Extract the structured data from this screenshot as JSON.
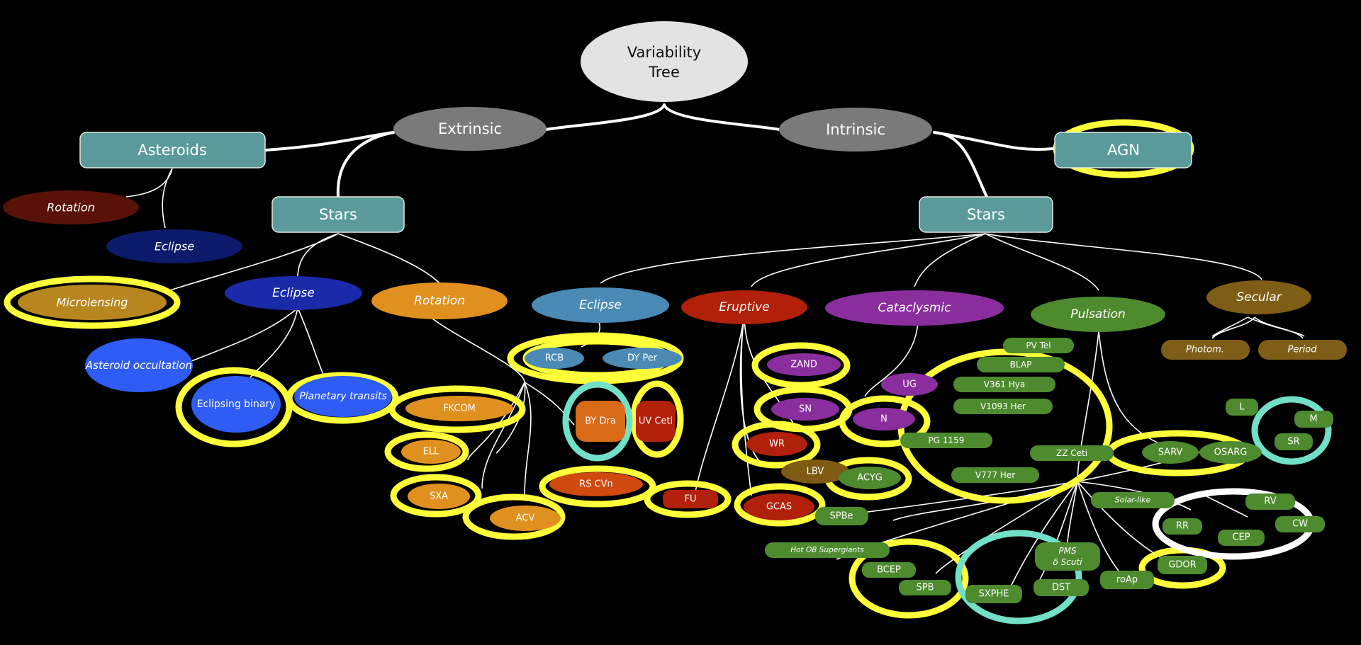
{
  "colors": {
    "background": "#000000",
    "root": "#e3e3e3",
    "branch_grey": "#7a7a7a",
    "teal": "#5a9a9a",
    "rotation_dark": "#5a1208",
    "eclipse_navy": "#0b1a6a",
    "eclipse_blue": "#1a2aa8",
    "bright_blue": "#2f5cf5",
    "orange": "#e0901e",
    "steel_blue": "#4a8ab5",
    "red": "#b0200a",
    "purple": "#8a2e9e",
    "green": "#4e8a2e",
    "olive": "#7e5e16",
    "highlight_yellow": "#ffff3a",
    "highlight_cyan": "#72e0c8",
    "highlight_white": "#ffffff"
  },
  "root": {
    "line1": "Variability",
    "line2": "Tree"
  },
  "extrinsic": {
    "label": "Extrinsic",
    "asteroids": {
      "label": "Asteroids",
      "rotation": "Rotation",
      "eclipse": "Eclipse"
    },
    "stars": {
      "label": "Stars",
      "microlensing": "Microlensing",
      "eclipse": "Eclipse",
      "rotation": "Rotation",
      "asteroid_occultation": "Asteroid occultation",
      "eclipsing_binary": "Eclipsing binary",
      "planetary_transits": "Planetary transits"
    }
  },
  "intrinsic": {
    "label": "Intrinsic",
    "agn": "AGN",
    "stars": {
      "label": "Stars",
      "eclipse": "Eclipse",
      "eruptive": "Eruptive",
      "cataclysmic": "Cataclysmic",
      "pulsation": "Pulsation",
      "secular": "Secular"
    }
  },
  "rotation_classes": [
    "FKCOM",
    "ELL",
    "SXA",
    "ACV",
    "RS CVn",
    "BY Dra",
    "UV Ceti"
  ],
  "eclipse_classes": [
    "RCB",
    "DY Per"
  ],
  "eruptive_classes": [
    "FU",
    "GCAS",
    "WR",
    "LBV",
    "SPBe"
  ],
  "cataclysmic_classes": [
    "ZAND",
    "SN",
    "UG",
    "N",
    "ACYG"
  ],
  "pulsation_classes": {
    "group1": [
      "PV Tel",
      "BLAP",
      "V361 Hya",
      "V1093 Her",
      "PG 1159",
      "ZZ Ceti",
      "V777 Her"
    ],
    "group2": [
      "L",
      "M",
      "SR",
      "SARV",
      "OSARG"
    ],
    "solar_like": "Solar-like",
    "group3": [
      "RV",
      "RR",
      "CEP",
      "CW"
    ],
    "hot_ob": "Hot OB Supergiants",
    "group4": [
      "BCEP",
      "SPB",
      "PMS",
      "δ Scuti",
      "SXPHE",
      "DST",
      "roAp",
      "GDOR"
    ]
  },
  "secular_classes": [
    "Photom.",
    "Period"
  ]
}
